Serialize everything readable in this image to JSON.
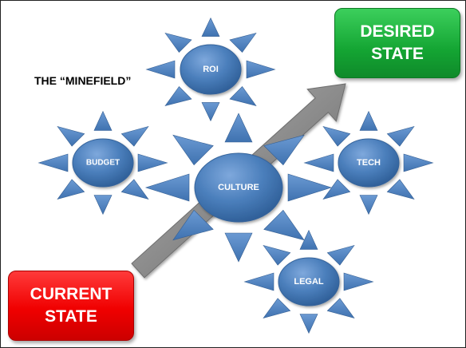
{
  "title": "THE “MINEFIELD”",
  "current_state": "CURRENT\nSTATE",
  "desired_state": "DESIRED\nSTATE",
  "nodes": [
    {
      "id": "roi",
      "label": "ROI"
    },
    {
      "id": "budget",
      "label": "BUDGET"
    },
    {
      "id": "culture",
      "label": "CULTURE"
    },
    {
      "id": "tech",
      "label": "TECH"
    },
    {
      "id": "legal",
      "label": "LEGAL"
    }
  ],
  "colors": {
    "node_fill": "#4a7ebb",
    "spike_fill": "#4a7ebb",
    "arrow": "#8c8c8c",
    "current_state": "#f00000",
    "desired_state": "#14a533"
  }
}
